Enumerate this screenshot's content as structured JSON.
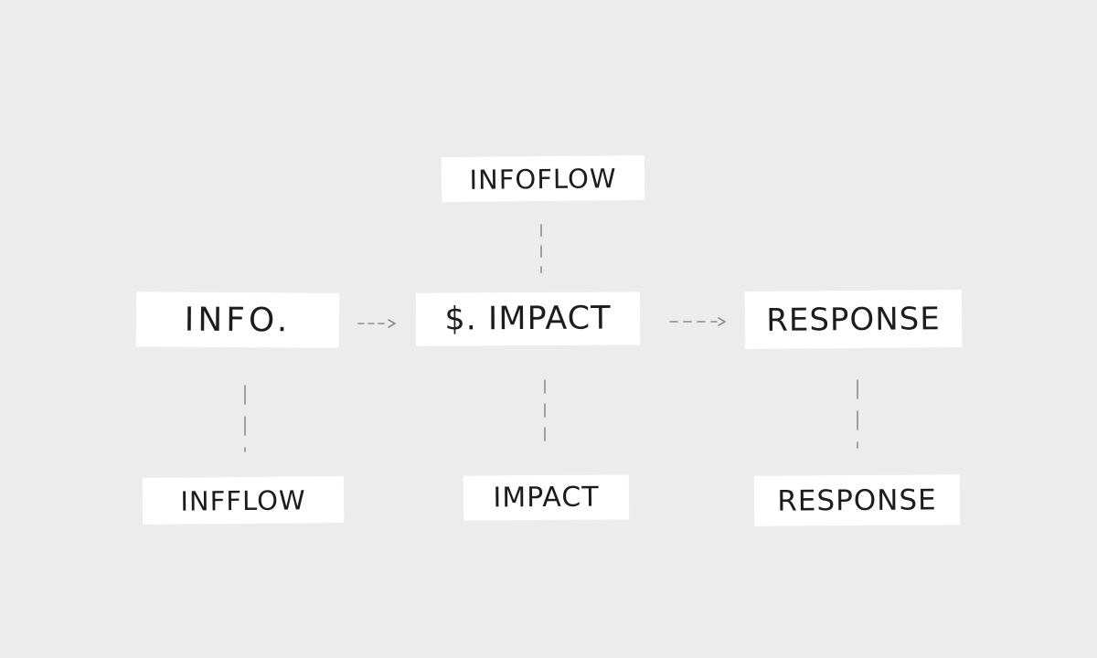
{
  "diagram": {
    "nodes": {
      "infoflow": "INFOFLOW",
      "info": "INFO.",
      "impact_main": "$. IMPACT",
      "response_main": "RESPONSE",
      "infflow": "INFFLOW",
      "impact_bottom": "IMPACT",
      "response_bottom": "RESPONSE"
    },
    "edges": [
      {
        "from": "info",
        "to": "impact_main",
        "style": "dashed-arrow"
      },
      {
        "from": "impact_main",
        "to": "response_main",
        "style": "dashed-arrow"
      },
      {
        "from": "infoflow",
        "to": "impact_main",
        "style": "dashed-line"
      },
      {
        "from": "info",
        "to": "infflow",
        "style": "dashed-line"
      },
      {
        "from": "impact_main",
        "to": "impact_bottom",
        "style": "dashed-line"
      },
      {
        "from": "response_main",
        "to": "response_bottom",
        "style": "dashed-line"
      }
    ]
  },
  "colors": {
    "background": "#ececec",
    "node_fill": "#ffffff",
    "text": "#1c1c1c",
    "connector": "#8c8c8c"
  }
}
